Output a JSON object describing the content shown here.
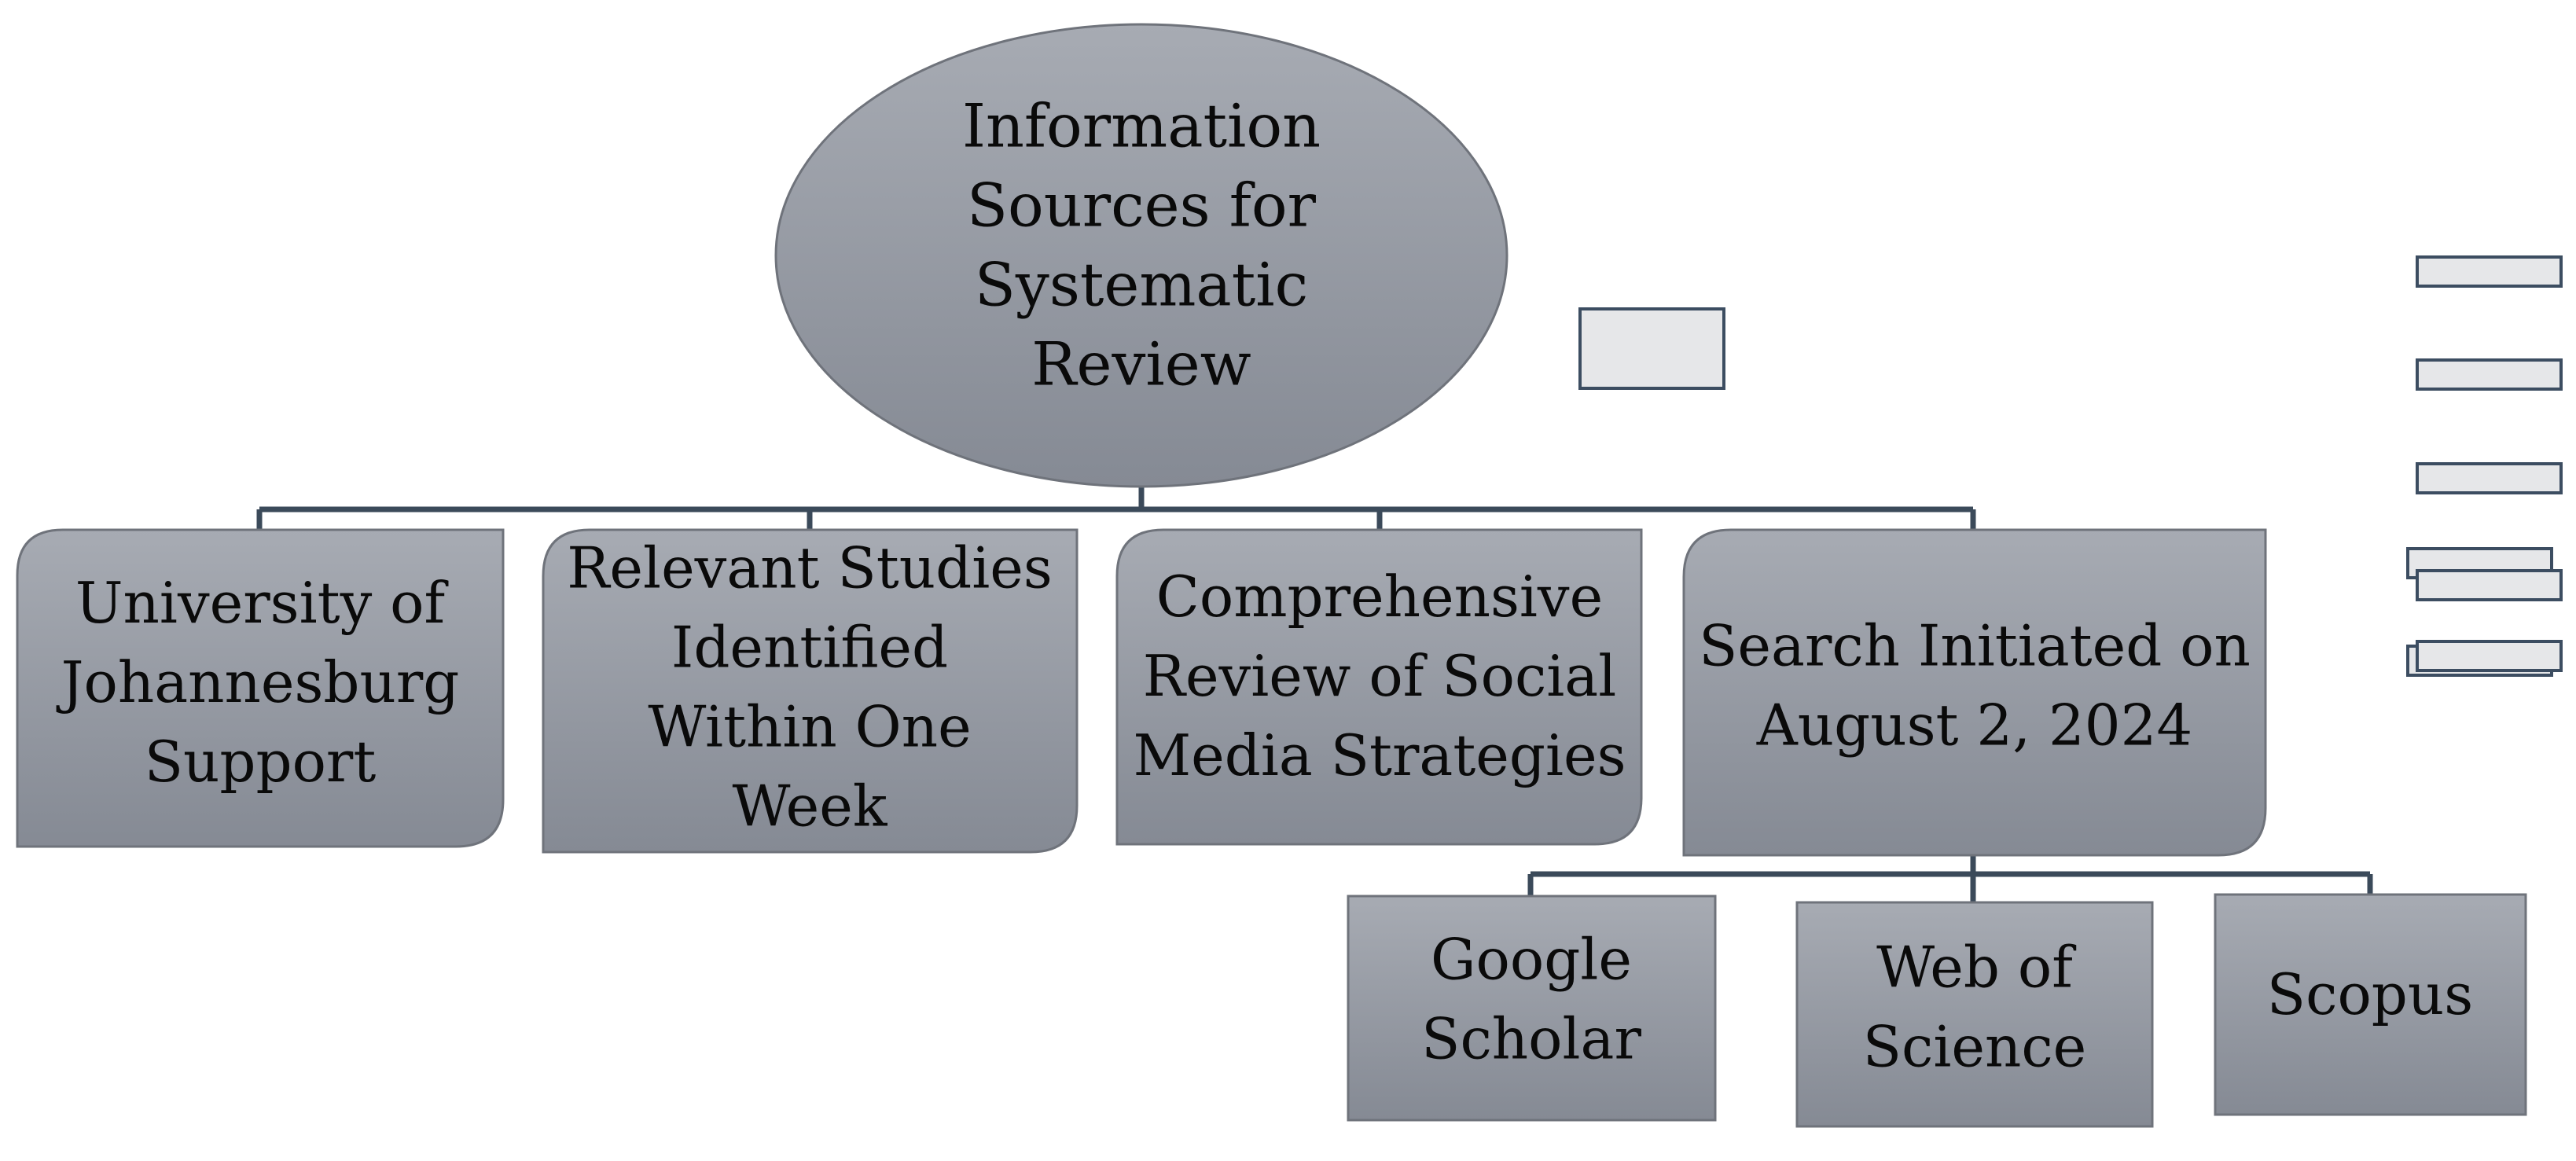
{
  "colors": {
    "node_fill_top": "#a7abb3",
    "node_fill_bottom": "#858a94",
    "node_border": "#6f737b",
    "connector": "#3b4a5a",
    "artifact_fill": "#e6e7e9",
    "artifact_border": "#3c4d61",
    "text": "#0a0a0a"
  },
  "root": {
    "lines": [
      "Information",
      "Sources for",
      "Systematic",
      "Review"
    ]
  },
  "level1": [
    {
      "lines": [
        "University of",
        "Johannesburg",
        "Support"
      ]
    },
    {
      "lines": [
        "Relevant Studies",
        "Identified",
        "Within One",
        "Week"
      ]
    },
    {
      "lines": [
        "Comprehensive",
        "Review of Social",
        "Media Strategies"
      ]
    },
    {
      "lines": [
        "Search Initiated on",
        "August 2, 2024"
      ]
    }
  ],
  "level2": [
    {
      "lines": [
        "Google",
        "Scholar"
      ]
    },
    {
      "lines": [
        "Web of",
        "Science"
      ]
    },
    {
      "lines": [
        "Scopus"
      ]
    }
  ]
}
